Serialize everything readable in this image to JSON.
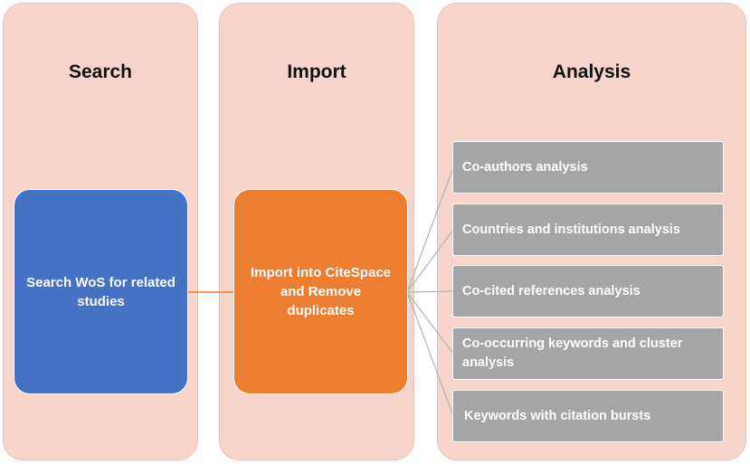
{
  "stages": [
    {
      "title": "Search",
      "box_text": "Search WoS for related studies",
      "box_color": "#4472c4"
    },
    {
      "title": "Import",
      "box_text": "Import into CiteSpace and Remove duplicates",
      "box_color": "#ed7d31"
    },
    {
      "title": "Analysis"
    }
  ],
  "analysis_items": [
    "Co-authors analysis",
    "Countries and institutions analysis",
    "Co-cited references analysis",
    "Co-occurring keywords and cluster analysis",
    "Keywords with citation bursts"
  ],
  "colors": {
    "panel_background": "#f7d5cb",
    "analysis_item": "#a5a5a5",
    "connector": "#ed7d31",
    "branch_connector": "#a5a5a5"
  }
}
